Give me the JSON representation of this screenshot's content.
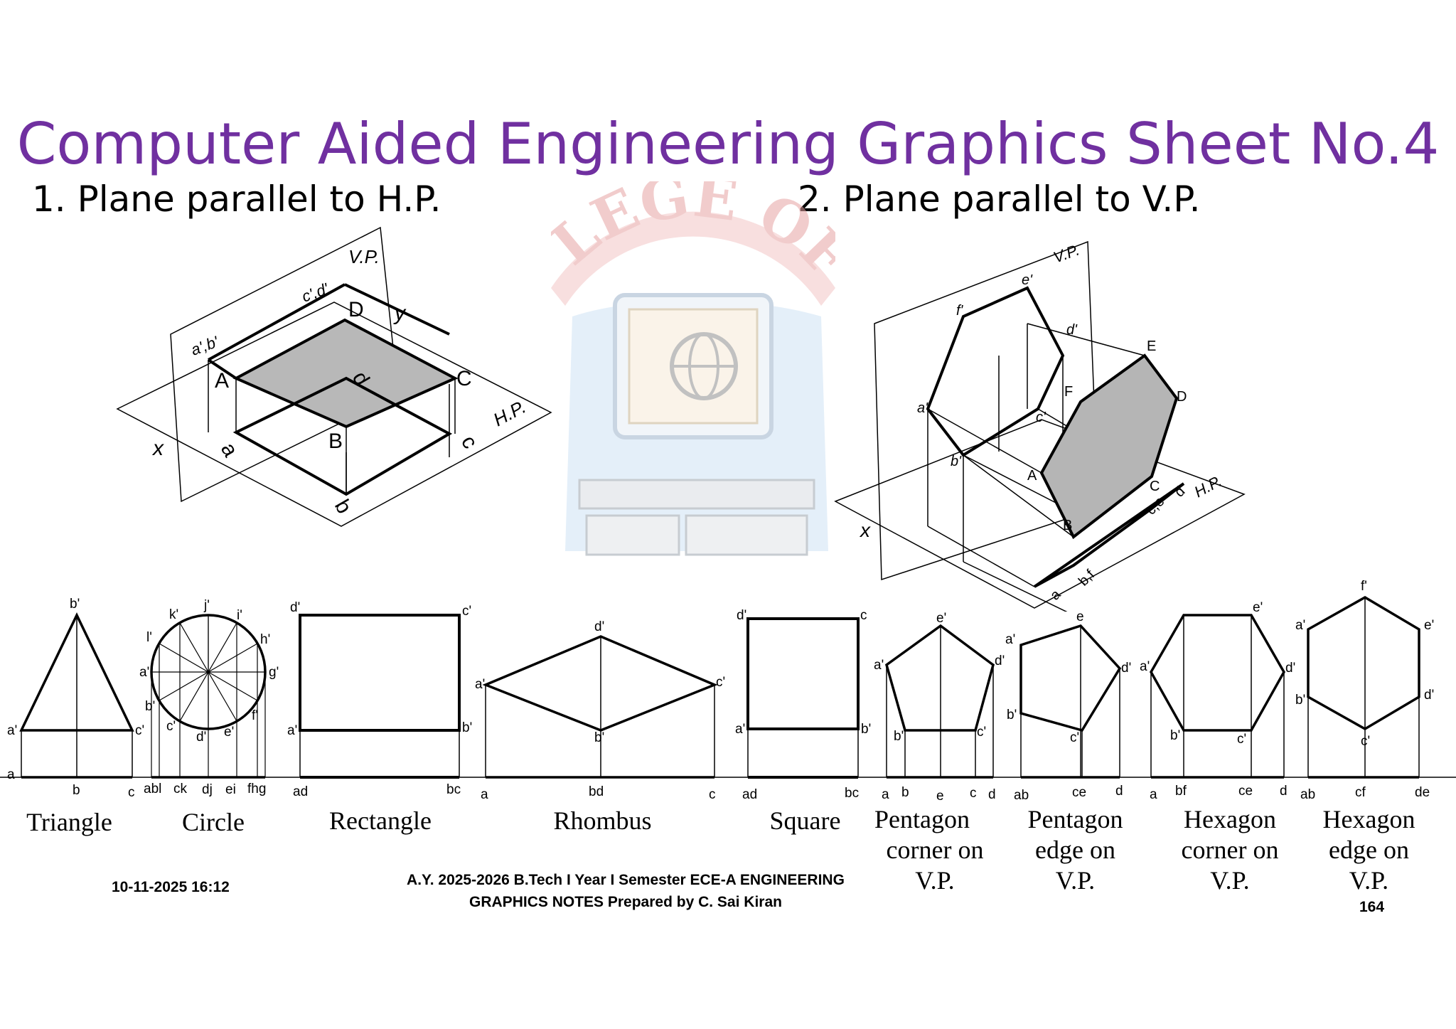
{
  "title": "Computer Aided Engineering Graphics Sheet No.4",
  "sections": {
    "hp": "1. Plane parallel to H.P.",
    "vp": "2. Plane parallel to V.P."
  },
  "watermark_text": "LEGE OF EN",
  "fig1": {
    "vp": "V.P.",
    "hp": "H.P.",
    "x": "x",
    "y": "y",
    "a_b_prime": "a',b'",
    "c_d_prime": "c',d'",
    "A": "A",
    "B": "B",
    "C": "C",
    "D": "D",
    "a": "a",
    "b": "b",
    "c": "c",
    "d": "d"
  },
  "fig2": {
    "vp": "V.P.",
    "hp": "H.P.",
    "x": "x",
    "e_p": "e'",
    "f_p": "f'",
    "d_p": "d'",
    "a_p": "a'",
    "c_p": "c'",
    "b_p": "b'",
    "A": "A",
    "B": "B",
    "C": "C",
    "D": "D",
    "E": "E",
    "F": "F",
    "a": "a",
    "bf": "b,f",
    "ce": "c,e",
    "d": "d"
  },
  "projections": [
    {
      "caption": [
        "Triangle"
      ],
      "labels": [
        "b'",
        "a'",
        "c'",
        "a",
        "b",
        "c"
      ]
    },
    {
      "caption": [
        "Circle"
      ],
      "labels": [
        "j'",
        "k'",
        "i'",
        "l'",
        "h'",
        "a'",
        "g'",
        "b'",
        "f'",
        "c'",
        "d'",
        "e'",
        "abl",
        "ck",
        "dj",
        "ei",
        "fhg"
      ]
    },
    {
      "caption": [
        "Rectangle"
      ],
      "labels": [
        "d'",
        "c'",
        "a'",
        "b'",
        "ad",
        "bc"
      ]
    },
    {
      "caption": [
        "Rhombus"
      ],
      "labels": [
        "d'",
        "a'",
        "c'",
        "b'",
        "a",
        "bd",
        "c"
      ]
    },
    {
      "caption": [
        "Square"
      ],
      "labels": [
        "d'",
        "c",
        "a'",
        "b'",
        "ad",
        "bc"
      ]
    },
    {
      "caption": [
        "Pentagon",
        "corner on",
        "V.P."
      ],
      "labels": [
        "e'",
        "a'",
        "d'",
        "b'",
        "c'",
        "a",
        "b",
        "e",
        "c",
        "d"
      ]
    },
    {
      "caption": [
        "Pentagon",
        "edge on",
        "V.P."
      ],
      "labels": [
        "e",
        "a'",
        "d'",
        "b'",
        "c'",
        "ab",
        "ce",
        "d"
      ]
    },
    {
      "caption": [
        "Hexagon",
        "corner on",
        "V.P."
      ],
      "labels": [
        "e'",
        "a'",
        "d'",
        "b'",
        "c'",
        "a",
        "bf",
        "ce",
        "d"
      ]
    },
    {
      "caption": [
        "Hexagon",
        "edge on",
        "V.P."
      ],
      "labels": [
        "f'",
        "a'",
        "e'",
        "b'",
        "d'",
        "c'",
        "ab",
        "cf",
        "de"
      ]
    }
  ],
  "footer": {
    "datetime": "10-11-2025 16:12",
    "line1": "A.Y. 2025-2026 B.Tech I Year I Semester ECE-A ENGINEERING",
    "line2": "GRAPHICS NOTES  Prepared by C. Sai Kiran",
    "page_number": "164"
  }
}
